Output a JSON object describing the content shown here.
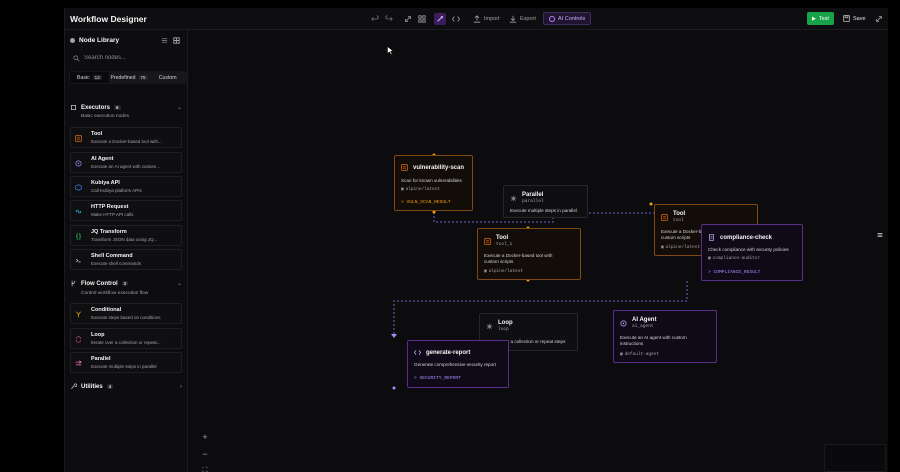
{
  "header": {
    "title": "Workflow Designer",
    "import_label": "Import",
    "export_label": "Export",
    "ai_label": "AI Controls",
    "test_label": "Test",
    "save_label": "Save"
  },
  "sidebar": {
    "title": "Node Library",
    "search_placeholder": "Search nodes...",
    "tabs": [
      {
        "label": "Basic",
        "count": "13"
      },
      {
        "label": "Predefined",
        "count": "75"
      },
      {
        "label": "Custom",
        "count": ""
      }
    ],
    "categories": [
      {
        "name": "Executors",
        "count": "6",
        "desc": "Basic execution nodes",
        "items": [
          {
            "name": "Tool",
            "desc": "Execute a Docker-based tool with..."
          },
          {
            "name": "AI Agent",
            "desc": "Execute an AI agent with custom..."
          },
          {
            "name": "Kubiya API",
            "desc": "Call Kubiya platform APIs"
          },
          {
            "name": "HTTP Request",
            "desc": "Make HTTP API calls"
          },
          {
            "name": "JQ Transform",
            "desc": "Transform JSON data using JQ..."
          },
          {
            "name": "Shell Command",
            "desc": "Execute shell commands"
          }
        ]
      },
      {
        "name": "Flow Control",
        "count": "3",
        "desc": "Control workflow execution flow",
        "items": [
          {
            "name": "Conditional",
            "desc": "Execute steps based on conditions"
          },
          {
            "name": "Loop",
            "desc": "Iterate over a collection or repeat..."
          },
          {
            "name": "Parallel",
            "desc": "Execute multiple steps in parallel"
          }
        ]
      },
      {
        "name": "Utilities",
        "count": "4",
        "desc": "",
        "items": []
      }
    ]
  },
  "nodes": {
    "vuln": {
      "title": "vulnerability-scan",
      "desc": "Scan for known vulnerabilities",
      "meta": "alpine/latest",
      "out": "> VULN_SCAN_RESULT"
    },
    "parallel": {
      "title": "Parallel",
      "sub": "parallel",
      "desc": "Execute multiple steps in parallel"
    },
    "tool1": {
      "title": "Tool",
      "sub": "tool_1",
      "desc1": "Execute a Docker-based tool with",
      "desc2": "custom scripts",
      "meta": "alpine/latest"
    },
    "tool2": {
      "title": "Tool",
      "sub": "tool",
      "desc1": "Execute a Docker-based tool with",
      "desc2": "custom scripts",
      "meta": "alpine/latest"
    },
    "compliance": {
      "title": "compliance-check",
      "desc": "Check compliance with security policies",
      "meta": "compliance-auditor",
      "out": "> COMPLIANCE_RESULT"
    },
    "loop": {
      "title": "Loop",
      "sub": "loop",
      "desc": "Iterate over a collection or repeat steps"
    },
    "agent": {
      "title": "AI Agent",
      "sub": "ai_agent",
      "desc1": "Execute an AI agent with custom",
      "desc2": "instructions",
      "meta": "default-agent"
    },
    "report": {
      "title": "generate-report",
      "desc": "Generate comprehensive security report",
      "out": "> SECURITY_REPORT"
    }
  },
  "colors": {
    "accent": "#a855f7",
    "orange": "#f59e0b",
    "green": "#16a34a"
  }
}
